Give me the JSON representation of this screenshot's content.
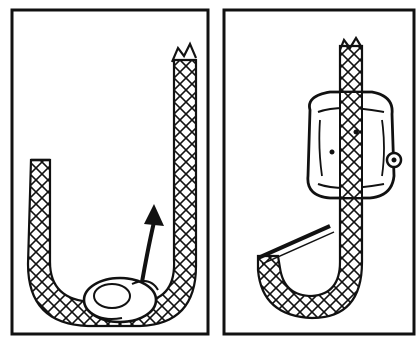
{
  "figure": {
    "panels": [
      {
        "id": "left",
        "icon": "u-shaped-braided-rope-with-knot-and-up-arrow"
      },
      {
        "id": "right",
        "icon": "j-shaped-braided-rope-threaded-through-cord-lock"
      }
    ],
    "colors": {
      "ink": "#111111",
      "paper": "#ffffff"
    }
  }
}
